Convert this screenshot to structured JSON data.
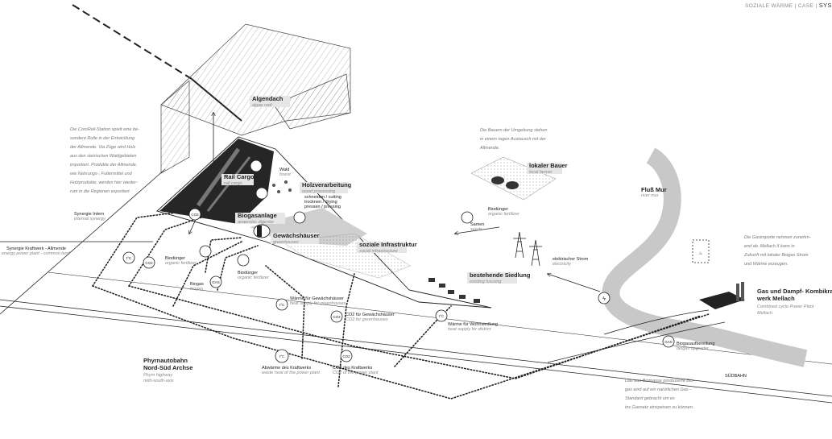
{
  "header": {
    "title_prefix": "SOZIALE WÄRME | CASE |",
    "title_emph": "SYSTEM"
  },
  "texts": {
    "note_left": [
      "Die CoroRail-Station spielt eine be-",
      "sondere Rolle in der Entwicklung",
      "der Allmende. Via Züge wird Holz",
      "aus den steirischen Waldgebieten",
      "importiert. Produkte der Allmende,",
      "wie Nahrungs-, Futtermittel und",
      "Holzprodukte, werden hier wieder-",
      "rum in die Regionen exportiert."
    ],
    "note_middle": [
      "Die Bauern der Umgebung stehen",
      "in einem regen Austausch mit der",
      "Allmende."
    ],
    "note_right": [
      "Die Gasimporte nehmen zunehm-",
      "end ab. Mellach II kann in",
      "Zukunft mit lokaler Biogas Strom",
      "und Wärme erzeugen."
    ],
    "note_bottom": [
      "Das aus Biomasse produzierte Bio-",
      "gas wird auf ein natürlichen Gas -",
      "Standard gebracht um es",
      "ins Gasnetz einspeisen zu können."
    ]
  },
  "labels": {
    "algendach": {
      "de": "Algendach",
      "en": "algae roof"
    },
    "rail_cargo": {
      "de": "Rail Cargo",
      "en": "rail cargo"
    },
    "wald": {
      "de": "Wald",
      "en": "forest"
    },
    "holzverarbeitung": {
      "de": "Holzverarbeitung",
      "en": "wood processing"
    },
    "schneiden": {
      "de": "schneiden / cutting",
      "de2": "trocknen / drying",
      "de3": "pressen / pressing"
    },
    "biogasanlage": {
      "de": "Biogasanlage",
      "en": "anaerobic digester"
    },
    "gewaechshaeuser": {
      "de": "Gewächshäuser",
      "en": "greenhouses"
    },
    "soziale_infra": {
      "de": "soziale Infrastruktur",
      "en": "social infrastructure"
    },
    "bestehende_siedlung": {
      "de": "bestehende Siedlung",
      "en": "existing housing"
    },
    "lokaler_bauer": {
      "de": "lokaler Bauer",
      "en": "local farmer"
    },
    "biodunger_bauer": {
      "de": "Biodünger",
      "en": "organic fertilizer"
    },
    "samen": {
      "de": "Samen",
      "en": "seeds"
    },
    "fluss_mur": {
      "de": "Fluß Mur",
      "en": "river mur"
    },
    "strom": {
      "de": "elektrischer Strom",
      "en": "electricity"
    },
    "kraftwerk": {
      "de": "Gas und Dampf- Kombikraft",
      "de2": "werk Mellach",
      "en": "Combined cycle Power Plant",
      "en2": "Mellach"
    },
    "biogasaufbereitung": {
      "de": "Biogasaufbereitung",
      "en": "biogas upgrader"
    },
    "suedbahn": {
      "de": "SÜDBAHN"
    },
    "synergie_intern": {
      "de": "Synergie Intern",
      "en": "internal synergy"
    },
    "synergie_kraftwerk": {
      "de": "Synergie Kraftwerk - Allmende",
      "en": "energy power plant - common land"
    },
    "biodunger1": {
      "de": "Biodünger",
      "en": "organic fertilizer"
    },
    "biodunger2": {
      "de": "Biodünger",
      "en": "organic fertilizer"
    },
    "biogas": {
      "de": "Biogas",
      "en": "biogas"
    },
    "waerme_gew": {
      "de": "Wärme für Gewächshäuser",
      "en": "heat supply for greenhouses"
    },
    "co2_gew": {
      "de": "CO2 für Gewächshäuser",
      "en": "CO2 for greenhouses"
    },
    "waerme_wohn": {
      "de": "Wärme für Wohnsiedlung",
      "en": "heat supply for district"
    },
    "abwaerme": {
      "de": "Abwärme des Kraftwerks",
      "en": "waste heat of the power plant"
    },
    "co2_kraft": {
      "de": "CO2  des Kraftwerks",
      "en": "CO2 of the power plant"
    },
    "autobahn": {
      "de": "Phyrnautobahn",
      "de2": "Nord-Süd Archse",
      "en": "Phyrn highway",
      "en2": "noth-south-axis"
    }
  },
  "icon_text": {
    "temp": "t°C",
    "co2": "CO2",
    "gas": "GAS"
  }
}
